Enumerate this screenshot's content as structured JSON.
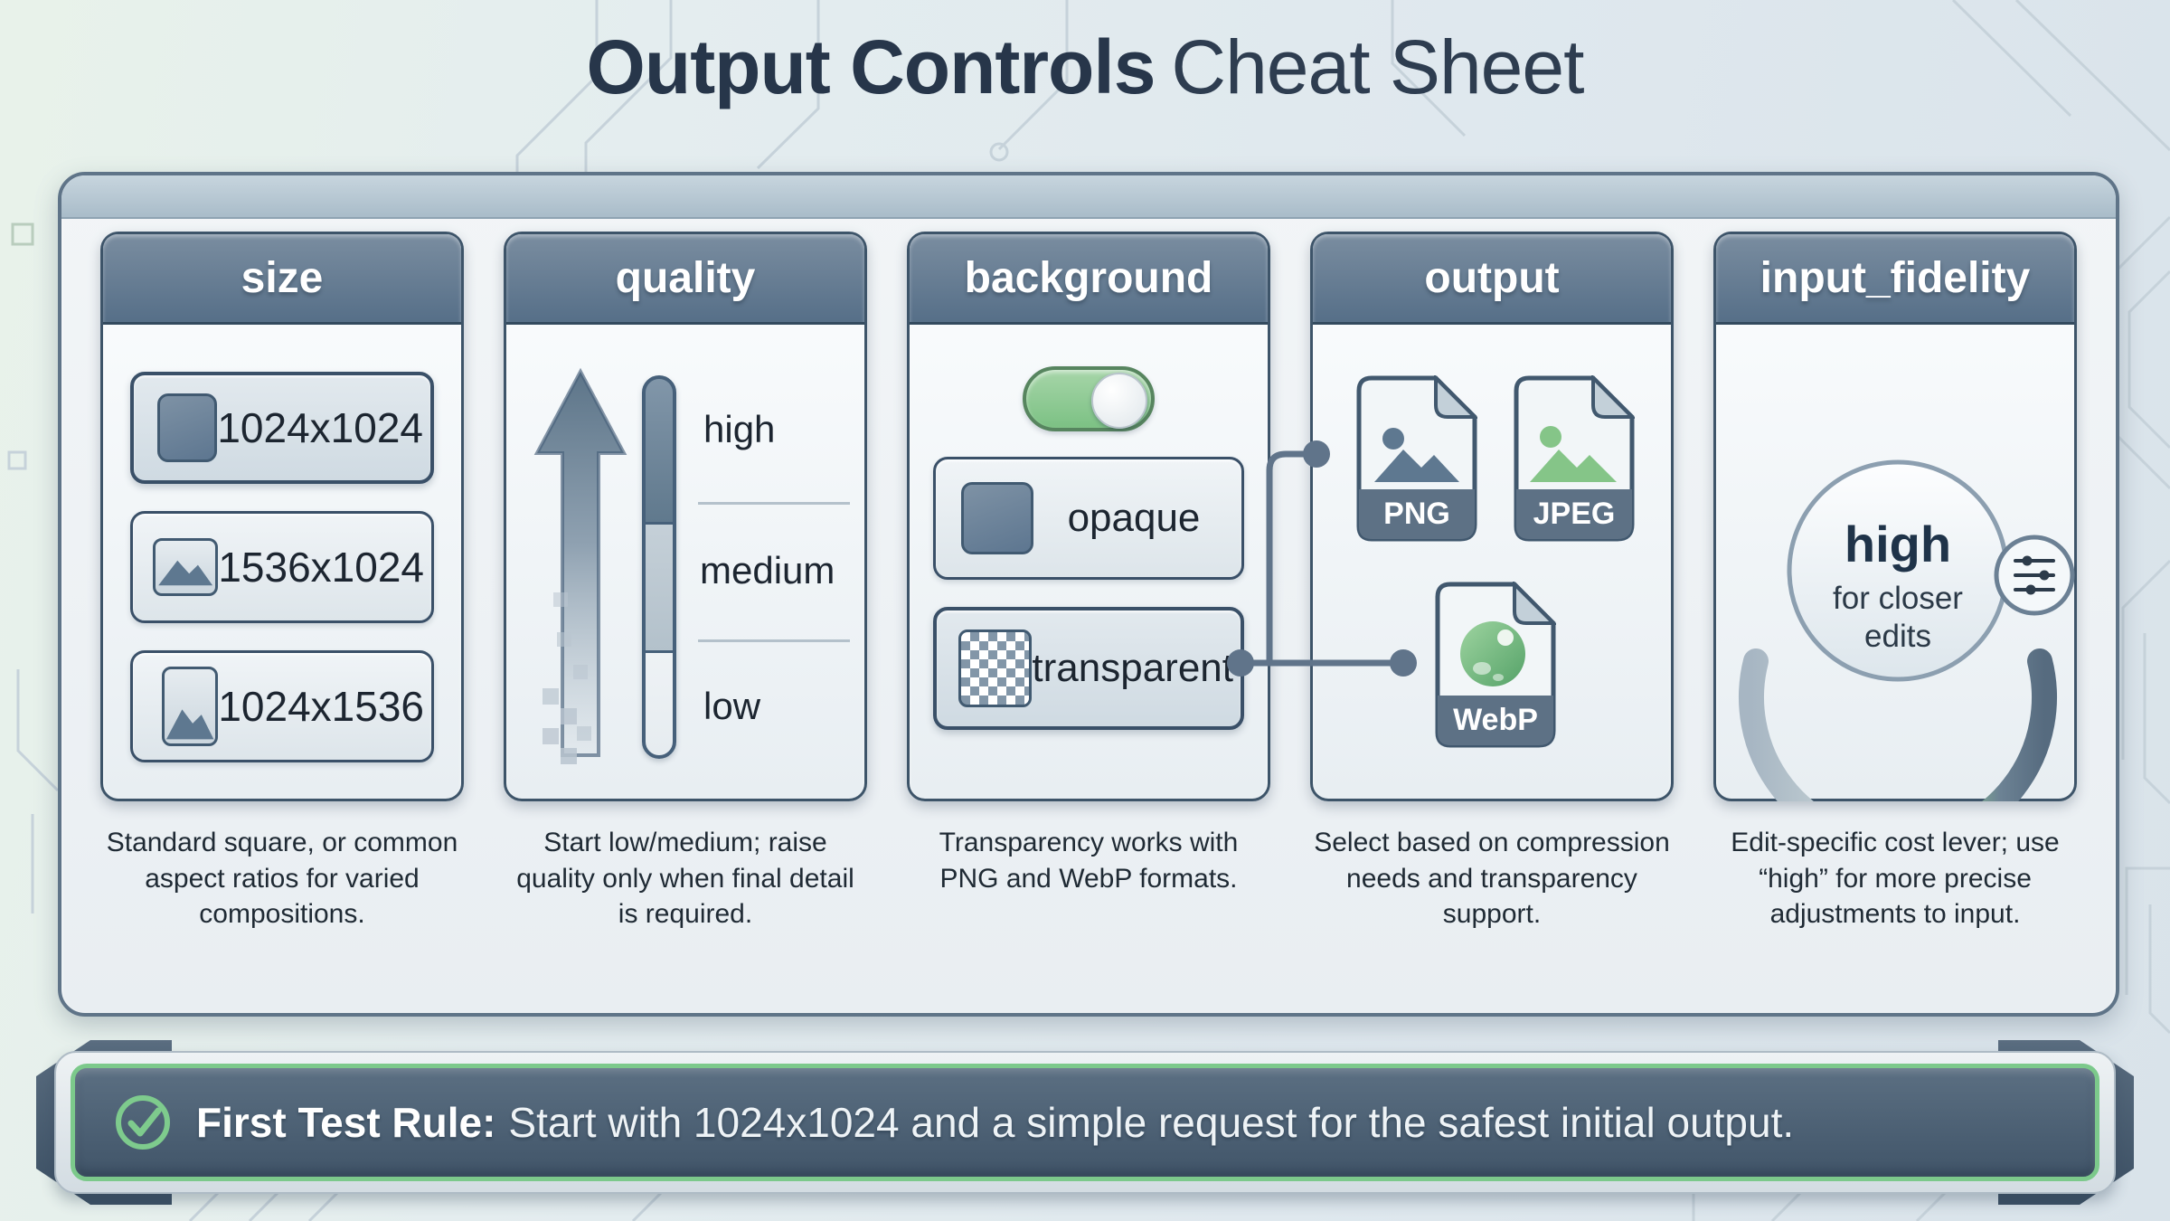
{
  "title": {
    "bold": "Output Controls",
    "regular": "Cheat Sheet"
  },
  "columns": [
    {
      "header": "size",
      "caption": "Standard square, or common aspect ratios for varied compositions.",
      "rows": [
        {
          "label": "1024x1024",
          "icon": "square-image-icon",
          "selected": true
        },
        {
          "label": "1536x1024",
          "icon": "landscape-image-icon",
          "selected": false
        },
        {
          "label": "1024x1536",
          "icon": "portrait-image-icon",
          "selected": false
        }
      ]
    },
    {
      "header": "quality",
      "caption": "Start low/medium; raise quality only when final detail is required.",
      "levels": [
        "high",
        "medium",
        "low"
      ]
    },
    {
      "header": "background",
      "caption": "Transparency works with PNG and WebP formats.",
      "toggle_state": "on",
      "options": [
        {
          "label": "opaque",
          "selected": false
        },
        {
          "label": "transparent",
          "selected": true
        }
      ]
    },
    {
      "header": "output",
      "caption": "Select based on compression needs and transparency support.",
      "formats": [
        "PNG",
        "JPEG",
        "WebP"
      ]
    },
    {
      "header": "input_fidelity",
      "caption": "Edit-specific cost lever; use “high” for more precise adjustments to input.",
      "dial": {
        "value": "high",
        "note_lines": [
          "for closer",
          "edits"
        ]
      }
    }
  ],
  "banner": {
    "label_bold": "First Test Rule:",
    "label_rest": "Start with 1024x1024 and a simple request for the safest initial output."
  },
  "colors": {
    "accent_green": "#7cc98b",
    "toggle_green": "#86c794",
    "header_slate": "#566f88",
    "panel_border": "#5f7488",
    "connector": "#60748a",
    "title_navy": "#27364a"
  }
}
